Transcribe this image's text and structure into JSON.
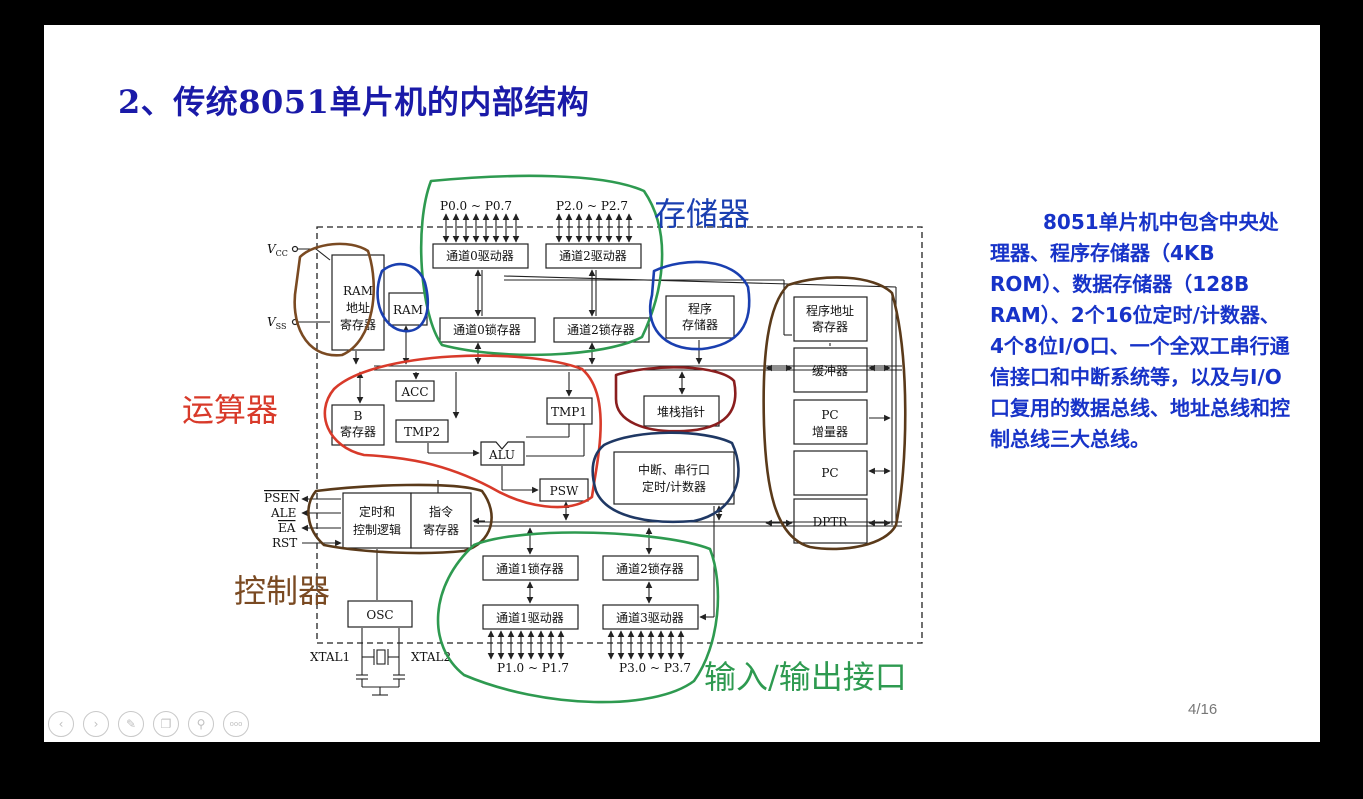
{
  "slide": {
    "title": "2、传统8051单片机的内部结构",
    "description": "8051单片机中包含中央处理器、程序存储器（4KB ROM）、数据存储器（128B RAM）、2个16位定时/计数器、4个8位I/O口、一个全双工串行通信接口和中断系统等，以及与I/O口复用的数据总线、地址总线和控制总线三大总线。",
    "page_number": "4/16"
  },
  "diagram": {
    "pins": {
      "vcc": "V",
      "vcc_sub": "CC",
      "vss": "V",
      "vss_sub": "SS",
      "psen": "PSEN",
      "ale": "ALE",
      "ea": "EA",
      "rst": "RST",
      "xtal1": "XTAL1",
      "xtal2": "XTAL2",
      "p0": "P0.0 ~ P0.7",
      "p2": "P2.0 ~ P2.7",
      "p1": "P1.0 ~ P1.7",
      "p3": "P3.0 ~ P3.7"
    },
    "blocks": {
      "port0_driver": "通道0驱动器",
      "port2_driver": "通道2驱动器",
      "port0_latch": "通道0锁存器",
      "port2_latch": "通道2锁存器",
      "ram_addr_1": "RAM",
      "ram_addr_2": "地址",
      "ram_addr_3": "寄存器",
      "ram": "RAM",
      "prog_mem_1": "程序",
      "prog_mem_2": "存储器",
      "pc_addr_1": "程序地址",
      "pc_addr_2": "寄存器",
      "buffer": "缓冲器",
      "pc_inc_1": "PC",
      "pc_inc_2": "增量器",
      "pc": "PC",
      "dptr": "DPTR",
      "acc": "ACC",
      "b_reg_1": "B",
      "b_reg_2": "寄存器",
      "tmp1": "TMP1",
      "tmp2": "TMP2",
      "alu": "ALU",
      "psw": "PSW",
      "stack_ptr": "堆栈指针",
      "int_serial_1": "中断、串行口",
      "int_serial_2": "定时/计数器",
      "timing_1": "定时和",
      "timing_2": "控制逻辑",
      "instr_reg_1": "指令",
      "instr_reg_2": "寄存器",
      "port1_latch": "通道1锁存器",
      "port2_latch_b": "通道2锁存器",
      "port1_driver": "通道1驱动器",
      "port3_driver": "通道3驱动器",
      "osc": "OSC"
    },
    "annotations": {
      "memory": "存储器",
      "alu": "运算器",
      "controller": "控制器",
      "io": "输入/输出接口"
    },
    "annotation_colors": {
      "memory": "#1a3fb0",
      "alu": "#d83a2a",
      "controller": "#7a4a22",
      "io": "#2e9a50"
    }
  },
  "toolbar": {
    "icons": [
      "prev-icon",
      "next-icon",
      "pen-icon",
      "copy-icon",
      "zoom-icon",
      "more-icon"
    ],
    "more_label": "ooo"
  }
}
